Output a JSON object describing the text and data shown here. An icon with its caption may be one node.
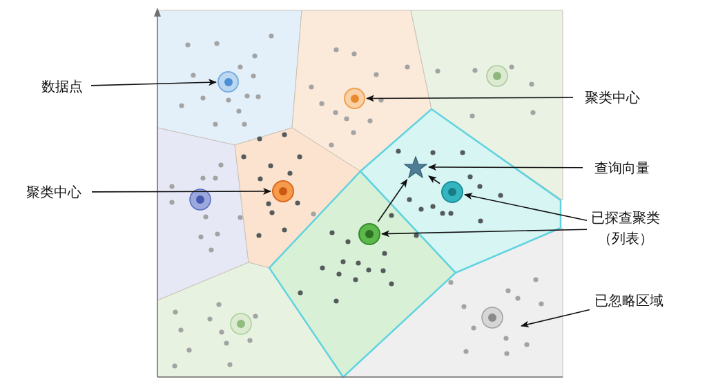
{
  "diagram": {
    "nodes": [
      {
        "text": [
          "数据点"
        ]
      },
      {
        "text": [],
        "shape": "circle"
      },
      {
        "text": [
          "聚类中心"
        ]
      },
      {
        "text": [],
        "shape": "circle"
      },
      {
        "text": [
          "聚类中心"
        ]
      },
      {
        "text": [],
        "shape": "circle"
      },
      {
        "text": [
          "查询向量"
        ]
      },
      {
        "text": [],
        "shape": "star"
      },
      {
        "text": [
          "已探查聚类（列表）"
        ]
      },
      {
        "text": [],
        "shape": "circle"
      },
      {
        "text": [],
        "shape": "circle"
      },
      {
        "text": [
          "已忽略区域"
        ]
      }
    ],
    "edges": [
      {
        "from": 0,
        "to": 1,
        "arrow": "to"
      },
      {
        "from": 2,
        "to": 3,
        "arrow": "to"
      },
      {
        "from": 4,
        "to": 5,
        "arrow": "to"
      },
      {
        "from": 6,
        "to": 7,
        "arrow": "to"
      },
      {
        "from": 8,
        "to": 9,
        "arrow": "to"
      },
      {
        "from": 8,
        "to": 10,
        "arrow": "to"
      },
      {
        "from": 10,
        "to": 7,
        "arrow": "to"
      },
      {
        "from": 9,
        "to": 7,
        "arrow": "to"
      },
      {
        "from": 11,
        "to": null,
        "arrow": "to"
      }
    ]
  }
}
